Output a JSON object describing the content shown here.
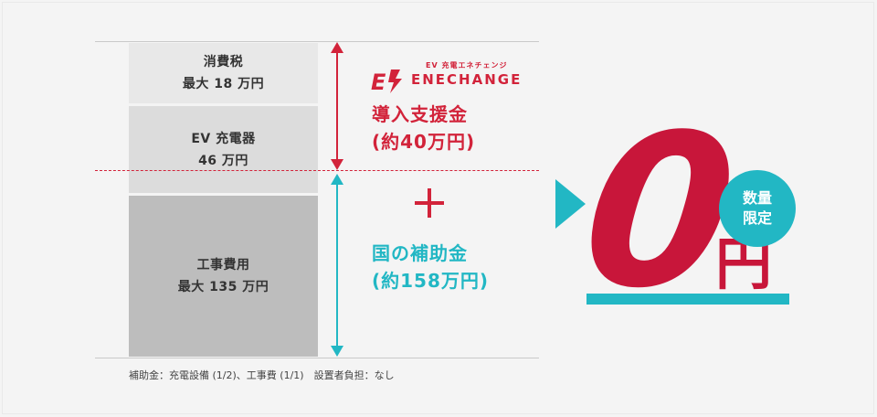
{
  "blocks": {
    "tax": {
      "label": "消費税",
      "amount": "最大 18 万円"
    },
    "charger": {
      "label": "EV 充電器",
      "amount": "46 万円"
    },
    "work": {
      "label": "工事費用",
      "amount": "最大 135 万円"
    }
  },
  "enechange": {
    "logo_sub": "EV 充電エネチェンジ",
    "logo_name": "ENECHANGE",
    "title": "導入支援金",
    "amount": "(約40万円)"
  },
  "national": {
    "title": "国の補助金",
    "amount": "(約158万円)"
  },
  "result": {
    "value": "0",
    "unit": "円",
    "badge_line1": "数量",
    "badge_line2": "限定"
  },
  "note": "補助金：充電設備 (1/2)、工事費 (1/1)　設置者負担：なし",
  "colors": {
    "red": "#d2233a",
    "teal": "#22b7c4",
    "gray_light": "#e8e8e8",
    "gray_mid": "#dcdcdc",
    "gray_dark": "#bdbdbd"
  }
}
